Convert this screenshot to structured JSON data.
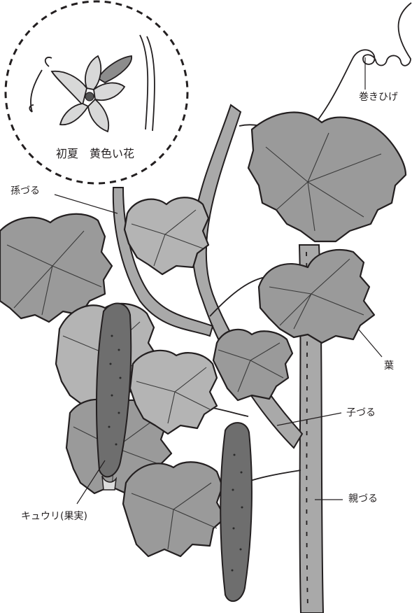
{
  "inset": {
    "caption": "初夏　黄色い花"
  },
  "labels": {
    "tendril": "巻きひげ",
    "grandchild_vine": "孫づる",
    "leaf": "葉",
    "child_vine": "子づる",
    "main_vine": "親づる",
    "fruit": "キュウリ(果実)"
  }
}
